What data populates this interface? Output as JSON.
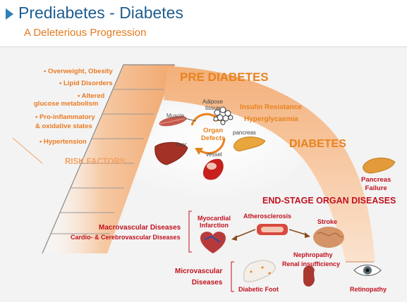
{
  "header": {
    "title": "Prediabetes - Diabetes",
    "subtitle": "A Deleterious Progression"
  },
  "risk_factors": {
    "heading": "RISK FACTORS",
    "items": [
      "• Overweight, Obesity",
      "• Lipid Disorders",
      "• Altered",
      "glucose metabolism",
      "• Pro-inflammatory",
      "& oxidative states",
      "• Hypertension"
    ]
  },
  "pre_diabetes": {
    "heading": "PRE DIABETES",
    "insulin_resistance": "Insulin Resistance",
    "hyperglycaemia": "Hyperglycaemia"
  },
  "organs": {
    "center_line1": "Organ",
    "center_line2": "Defects",
    "muscle": "Muscle",
    "adipose_line1": "Adipose",
    "adipose_line2": "tissue",
    "pancreas": "pancreas",
    "liver": "liver",
    "vessel": "vessel"
  },
  "diabetes": {
    "heading": "DIABETES",
    "pancreas_failure_line1": "Pancreas",
    "pancreas_failure_line2": "Failure"
  },
  "end_stage": {
    "heading": "END-STAGE ORGAN DISEASES",
    "macrovascular_line1": "Macrovascular Diseases",
    "macrovascular_line2": "Cardio- & Cerebrovascular Diseases",
    "myocardial_line1": "Myocardial",
    "myocardial_line2": "Infarction",
    "atherosclerosis": "Atherosclerosis",
    "stroke": "Stroke",
    "microvascular_line1": "Microvascular",
    "microvascular_line2": "Diseases",
    "nephropathy": "Nephropathy",
    "renal": "Renal insufficiency",
    "diabetic_foot": "Diabetic Foot",
    "retinopathy": "Retinopathy"
  },
  "colors": {
    "title_blue": "#1f5d91",
    "accent_orange": "#e8821e",
    "disease_red": "#c1121f",
    "ramp_peach": "#f6c9a4"
  }
}
